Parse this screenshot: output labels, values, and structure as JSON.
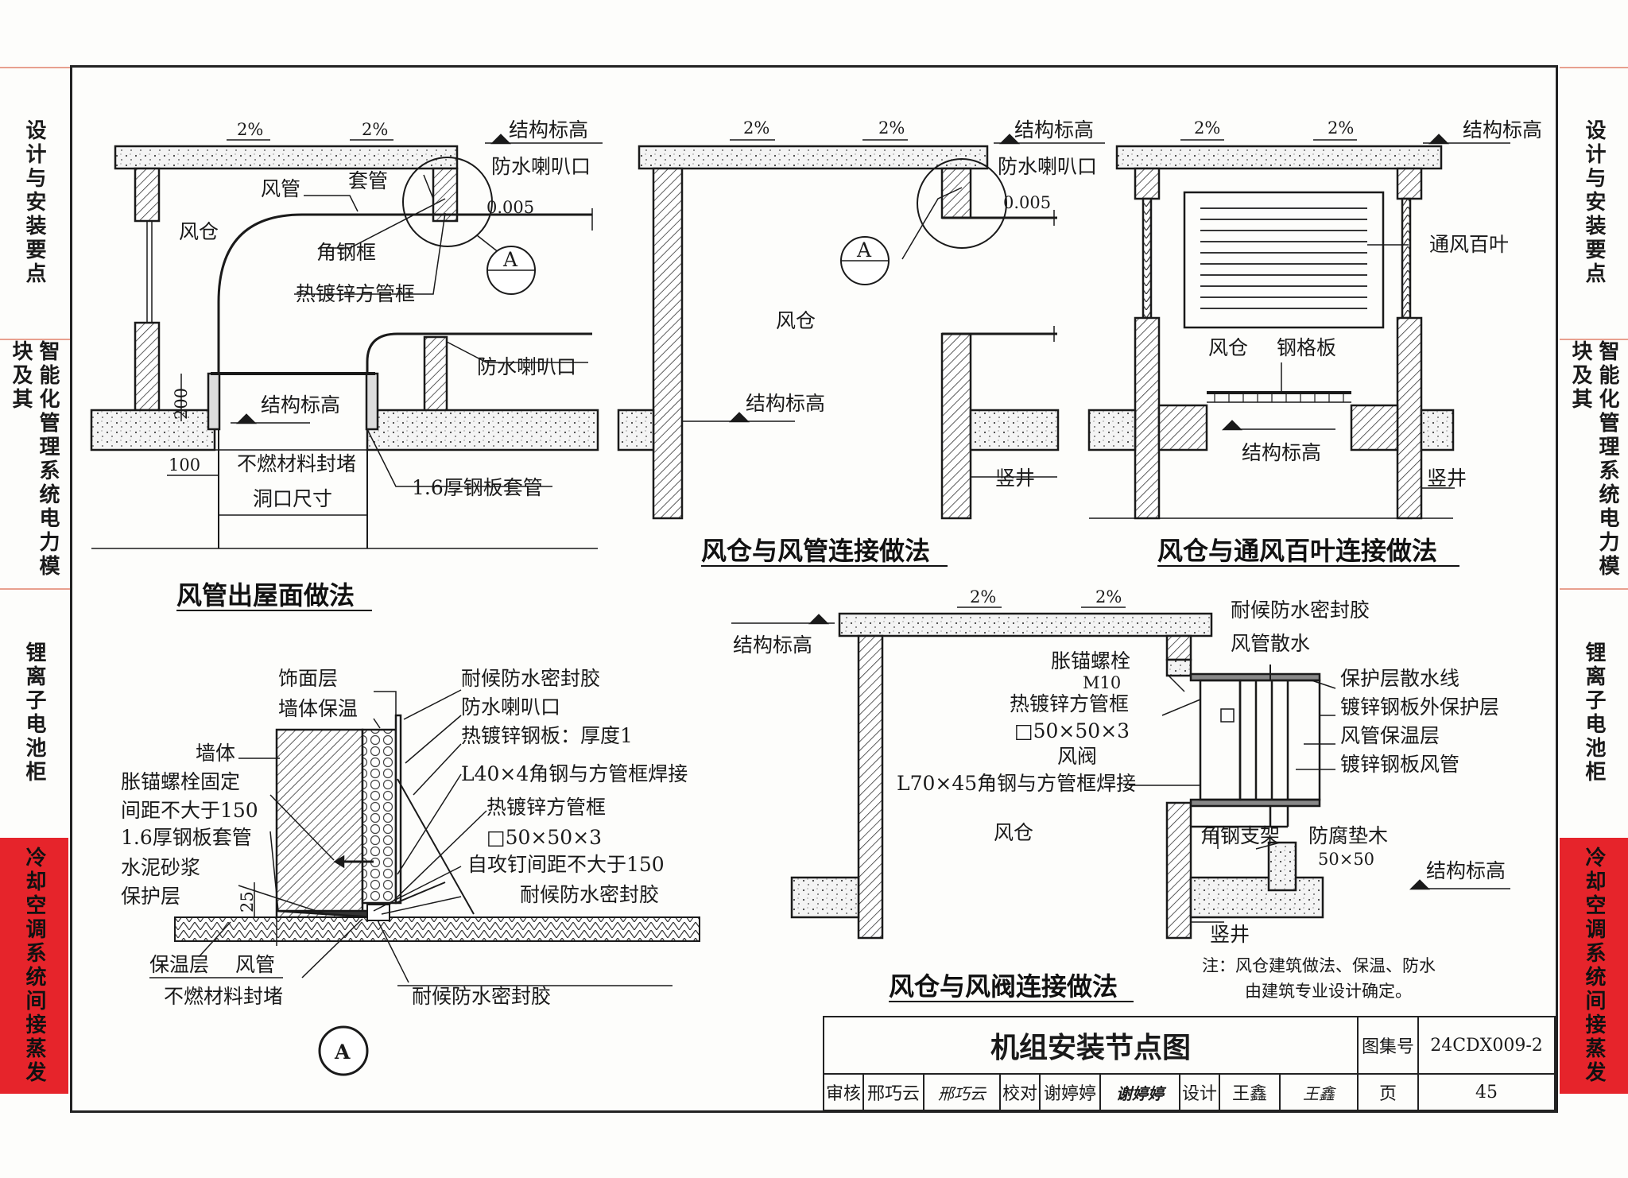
{
  "side_tabs_left": [
    {
      "text": "设计与安装要点",
      "highlight": false
    },
    {
      "text": "智能化管理系统电力模块及其",
      "highlight": false
    },
    {
      "text": "锂离子电池柜",
      "highlight": false
    },
    {
      "text": "冷却空调系统间接蒸发",
      "highlight": true
    }
  ],
  "side_tabs_right": [
    {
      "text": "设计与安装要点",
      "highlight": false
    },
    {
      "text": "智能化管理系统电力模块及其",
      "highlight": false
    },
    {
      "text": "锂离子电池柜",
      "highlight": false
    },
    {
      "text": "冷却空调系统间接蒸发",
      "highlight": true
    }
  ],
  "colors": {
    "tab_highlight": "#e6242b",
    "line": "#1a1a1a"
  },
  "diagram1": {
    "caption": "风管出屋面做法",
    "slope_left": "2%",
    "slope_right": "2%",
    "labels": {
      "struct_top": "结构标高",
      "flare_top": "防水喇叭口",
      "duct": "风管",
      "sleeve": "套管",
      "plenum": "风仓",
      "gap": "0.005",
      "angle_frame": "角钢框",
      "tube_frame": "热镀锌方管框",
      "flare_bottom": "防水喇叭口",
      "struct_bottom": "结构标高",
      "dim_200": "200",
      "dim_100": "100",
      "firestop": "不燃材料封堵",
      "steel_sleeve": "1.6厚钢板套管",
      "opening": "洞口尺寸",
      "detail_ref": "A"
    }
  },
  "diagram2": {
    "caption": "风仓与风管连接做法",
    "slope_left": "2%",
    "slope_right": "2%",
    "labels": {
      "struct_top": "结构标高",
      "flare": "防水喇叭口",
      "gap": "0.005",
      "plenum": "风仓",
      "struct_bottom": "结构标高",
      "shaft": "竖井",
      "detail_ref": "A"
    }
  },
  "diagram3": {
    "caption": "风仓与通风百叶连接做法",
    "slope_left": "2%",
    "slope_right": "2%",
    "labels": {
      "struct_top": "结构标高",
      "louver": "通风百叶",
      "plenum": "风仓",
      "grating": "钢格板",
      "struct_bottom": "结构标高",
      "shaft": "竖井"
    }
  },
  "diagram4": {
    "caption": "风仓与风阀连接做法",
    "slope_left": "2%",
    "slope_right": "2%",
    "labels": {
      "struct_top": "结构标高",
      "sealant": "耐候防水密封胶",
      "drip": "风管散水",
      "anchor": "胀锚螺栓",
      "m10": "M10",
      "tube_frame": "热镀锌方管框",
      "tube_size": "□50×50×3",
      "damper": "风阀",
      "angle_weld": "L70×45角钢与方管框焊接",
      "drip_line": "保护层散水线",
      "outer_layer": "镀锌钢板外保护层",
      "insulation": "风管保温层",
      "steel_duct": "镀锌钢板风管",
      "plenum": "风仓",
      "bracket": "角钢支架",
      "timber": "防腐垫木",
      "timber_size": "50×50",
      "struct_bottom": "结构标高",
      "shaft": "竖井",
      "note1": "注：风仓建筑做法、保温、防水",
      "note2": "由建筑专业设计确定。"
    }
  },
  "detailA": {
    "ref": "A",
    "left_labels": [
      "墙体",
      "胀锚螺栓固定",
      "间距不大于150",
      "1.6厚钢板套管",
      "水泥砂浆",
      "保护层",
      "保温层",
      "不燃材料封堵"
    ],
    "top_labels": [
      "饰面层",
      "墙体保温"
    ],
    "duct": "风管",
    "dim_25": "25",
    "right_labels": [
      "耐候防水密封胶",
      "防水喇叭口",
      "热镀锌钢板：厚度1",
      "L40×4角钢与方管框焊接",
      "热镀锌方管框",
      "□50×50×3",
      "自攻钉间距不大于150",
      "耐候防水密封胶"
    ],
    "bottom_sealant": "耐候防水密封胶"
  },
  "title_block": {
    "title": "机组安装节点图",
    "atlas_label": "图集号",
    "atlas_no": "24CDX009-2",
    "review_label": "审核",
    "reviewer": "邢巧云",
    "reviewer_sig": "邢巧云",
    "check_label": "校对",
    "checker": "谢婷婷",
    "checker_sig": "谢婷婷",
    "design_label": "设计",
    "designer": "王鑫",
    "designer_sig": "王鑫",
    "page_label": "页",
    "page_no": "45"
  }
}
